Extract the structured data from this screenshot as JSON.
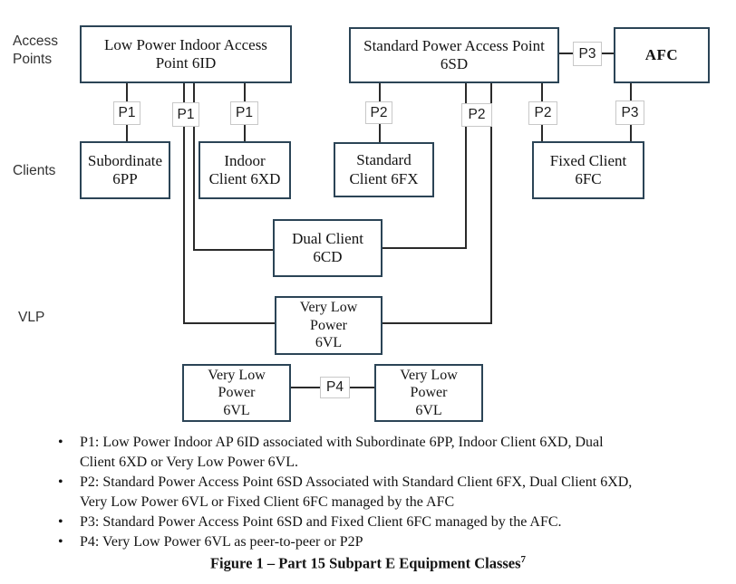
{
  "colors": {
    "box-border": "#2b4456",
    "pbox-border": "#c8c8c8",
    "line": "#2a2a2a",
    "text": "#131313"
  },
  "diagram": {
    "row_labels": {
      "access_points": [
        "Access",
        "Points"
      ],
      "clients": "Clients",
      "vlp": "VLP"
    },
    "boxes": [
      {
        "id": "6ID",
        "label": [
          "Low Power Indoor Access",
          "Point 6ID"
        ]
      },
      {
        "id": "6SD",
        "label": [
          "Standard Power Access Point",
          "6SD"
        ]
      },
      {
        "id": "AFC",
        "label": [
          "AFC"
        ]
      },
      {
        "id": "6PP",
        "label": [
          "Subordinate",
          "6PP"
        ]
      },
      {
        "id": "6XD",
        "label": [
          "Indoor",
          "Client 6XD"
        ]
      },
      {
        "id": "6FX",
        "label": [
          "Standard",
          "Client 6FX"
        ]
      },
      {
        "id": "6FC",
        "label": [
          "Fixed Client",
          "6FC"
        ]
      },
      {
        "id": "6CD",
        "label": [
          "Dual Client",
          "6CD"
        ]
      },
      {
        "id": "6VL-mid",
        "label": [
          "Very Low",
          "Power",
          "6VL"
        ]
      },
      {
        "id": "6VL-left",
        "label": [
          "Very Low",
          "Power",
          "6VL"
        ]
      },
      {
        "id": "6VL-right",
        "label": [
          "Very Low",
          "Power",
          "6VL"
        ]
      }
    ],
    "port_labels": [
      "P1",
      "P1",
      "P1",
      "P2",
      "P2",
      "P2",
      "P3",
      "P3",
      "P4"
    ]
  },
  "notes": {
    "bullet_char": "•",
    "bullets": [
      [
        "P1: Low Power Indoor AP 6ID associated with Subordinate 6PP, Indoor Client 6XD, Dual",
        "Client 6XD or Very Low Power 6VL."
      ],
      [
        "P2: Standard Power Access Point 6SD Associated with Standard Client 6FX, Dual Client 6XD,",
        "Very Low Power 6VL or Fixed Client 6FC managed by the AFC"
      ],
      [
        "P3: Standard Power Access Point 6SD and Fixed Client 6FC managed by the AFC."
      ],
      [
        "P4: Very Low Power 6VL as peer-to-peer or P2P"
      ]
    ]
  },
  "caption": {
    "text": "Figure 1 – Part 15 Subpart E Equipment Classes",
    "footnote_marker": "7"
  }
}
